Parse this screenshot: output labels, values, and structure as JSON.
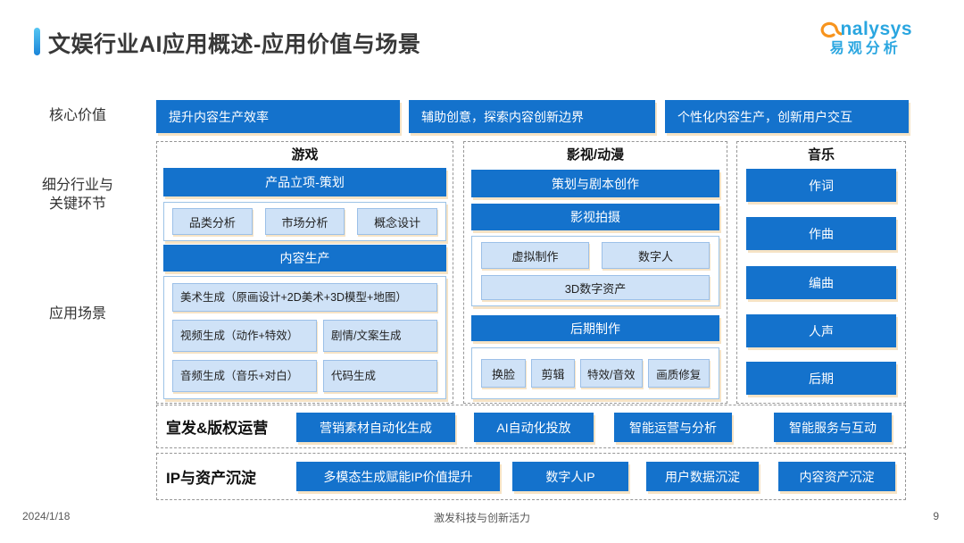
{
  "colors": {
    "primary_blue": "#1472cc",
    "light_blue_fill": "#cfe2f7",
    "light_blue_border": "#9cc0e8",
    "peach_shadow": "#f6e3c5",
    "logo_blue": "#2aa6e0",
    "logo_orange": "#f7941e",
    "accent_gradient_top": "#55c6f3",
    "accent_gradient_bottom": "#1a84d8"
  },
  "header": {
    "title": "文娱行业AI应用概述-应用价值与场景",
    "logo_brand": "nalysys",
    "logo_name": "易观分析"
  },
  "row_labels": {
    "core": "核心价值",
    "industry_line1": "细分行业与",
    "industry_line2": "关键环节",
    "scenario": "应用场景"
  },
  "core_values": [
    "提升内容生产效率",
    "辅助创意，探索内容创新边界",
    "个性化内容生产，创新用户交互"
  ],
  "game": {
    "header": "游戏",
    "stage1": "产品立项-策划",
    "stage1_items": [
      "品类分析",
      "市场分析",
      "概念设计"
    ],
    "stage2": "内容生产",
    "art": "美术生成（原画设计+2D美术+3D模型+地图）",
    "video": "视频生成（动作+特效）",
    "story": "剧情/文案生成",
    "audio": "音频生成（音乐+对白）",
    "code": "代码生成"
  },
  "film": {
    "header": "影视/动漫",
    "stage1": "策划与剧本创作",
    "stage2": "影视拍摄",
    "virtual": "虚拟制作",
    "digital_human": "数字人",
    "asset3d": "3D数字资产",
    "stage3": "后期制作",
    "post_items": [
      "换脸",
      "剪辑",
      "特效/音效",
      "画质修复"
    ]
  },
  "music": {
    "header": "音乐",
    "items": [
      "作词",
      "作曲",
      "编曲",
      "人声",
      "后期"
    ]
  },
  "promo": {
    "label": "宣发&版权运营",
    "items": [
      "营销素材自动化生成",
      "AI自动化投放",
      "智能运营与分析",
      "智能服务与互动"
    ]
  },
  "ip": {
    "label": "IP与资产沉淀",
    "items": [
      "多模态生成赋能IP价值提升",
      "数字人IP",
      "用户数据沉淀",
      "内容资产沉淀"
    ]
  },
  "footer": {
    "date": "2024/1/18",
    "center": "激发科技与创新活力",
    "page": "9"
  }
}
